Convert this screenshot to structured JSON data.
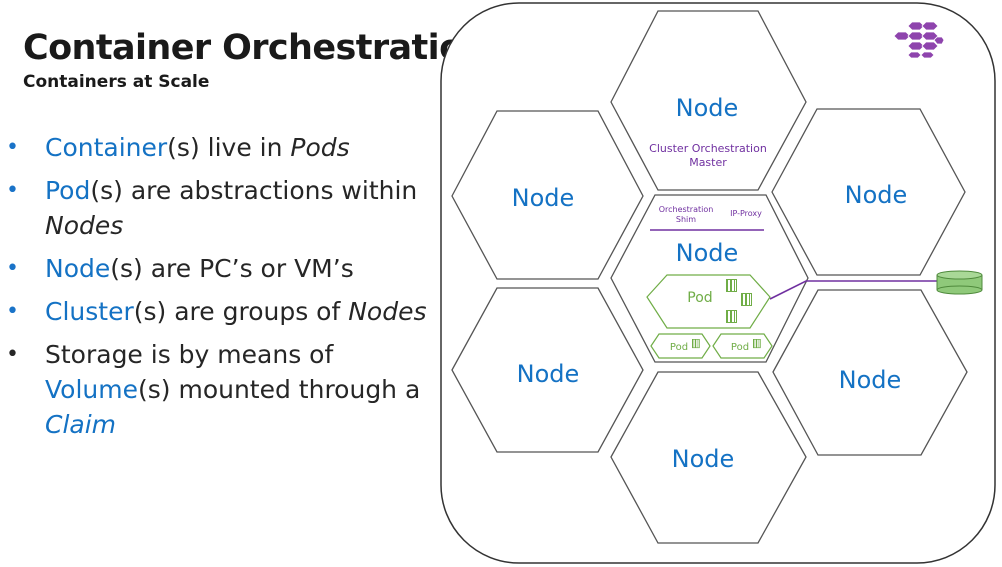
{
  "slide": {
    "title": "Container Orchestration",
    "subtitle": "Containers at Scale"
  },
  "bullets": [
    {
      "keyword": "Container",
      "rest": "(s) live in ",
      "italic": "Pods",
      "italic_blue": false
    },
    {
      "keyword": "Pod",
      "rest": "(s) are abstractions within ",
      "italic": "Nodes",
      "italic_blue": false
    },
    {
      "keyword": "Node",
      "rest": "(s) are PC’s or VM’s",
      "italic": "",
      "italic_blue": false
    },
    {
      "keyword": "Cluster",
      "rest": "(s) are groups of ",
      "italic": "Nodes",
      "italic_blue": false
    },
    {
      "pre": "Storage is by means of ",
      "keyword": "Volume",
      "rest": "(s) mounted through a ",
      "italic": "Claim",
      "italic_blue": true
    }
  ],
  "diagram": {
    "node_label": "Node",
    "master_label_line1": "Cluster Orchestration",
    "master_label_line2": "Master",
    "shim_label_line1": "Orchestration",
    "shim_label_line2": "Shim",
    "proxy_label": "IP-Proxy",
    "pod_label": "Pod",
    "icons": [
      "cluster-logo-icon",
      "container-icon",
      "storage-cylinder-icon"
    ]
  },
  "colors": {
    "accent_blue": "#1472c4",
    "pod_green": "#70ad47",
    "purple": "#7030a0",
    "logo_purple": "#8e44ad",
    "storage_green": "#8fc97a"
  }
}
